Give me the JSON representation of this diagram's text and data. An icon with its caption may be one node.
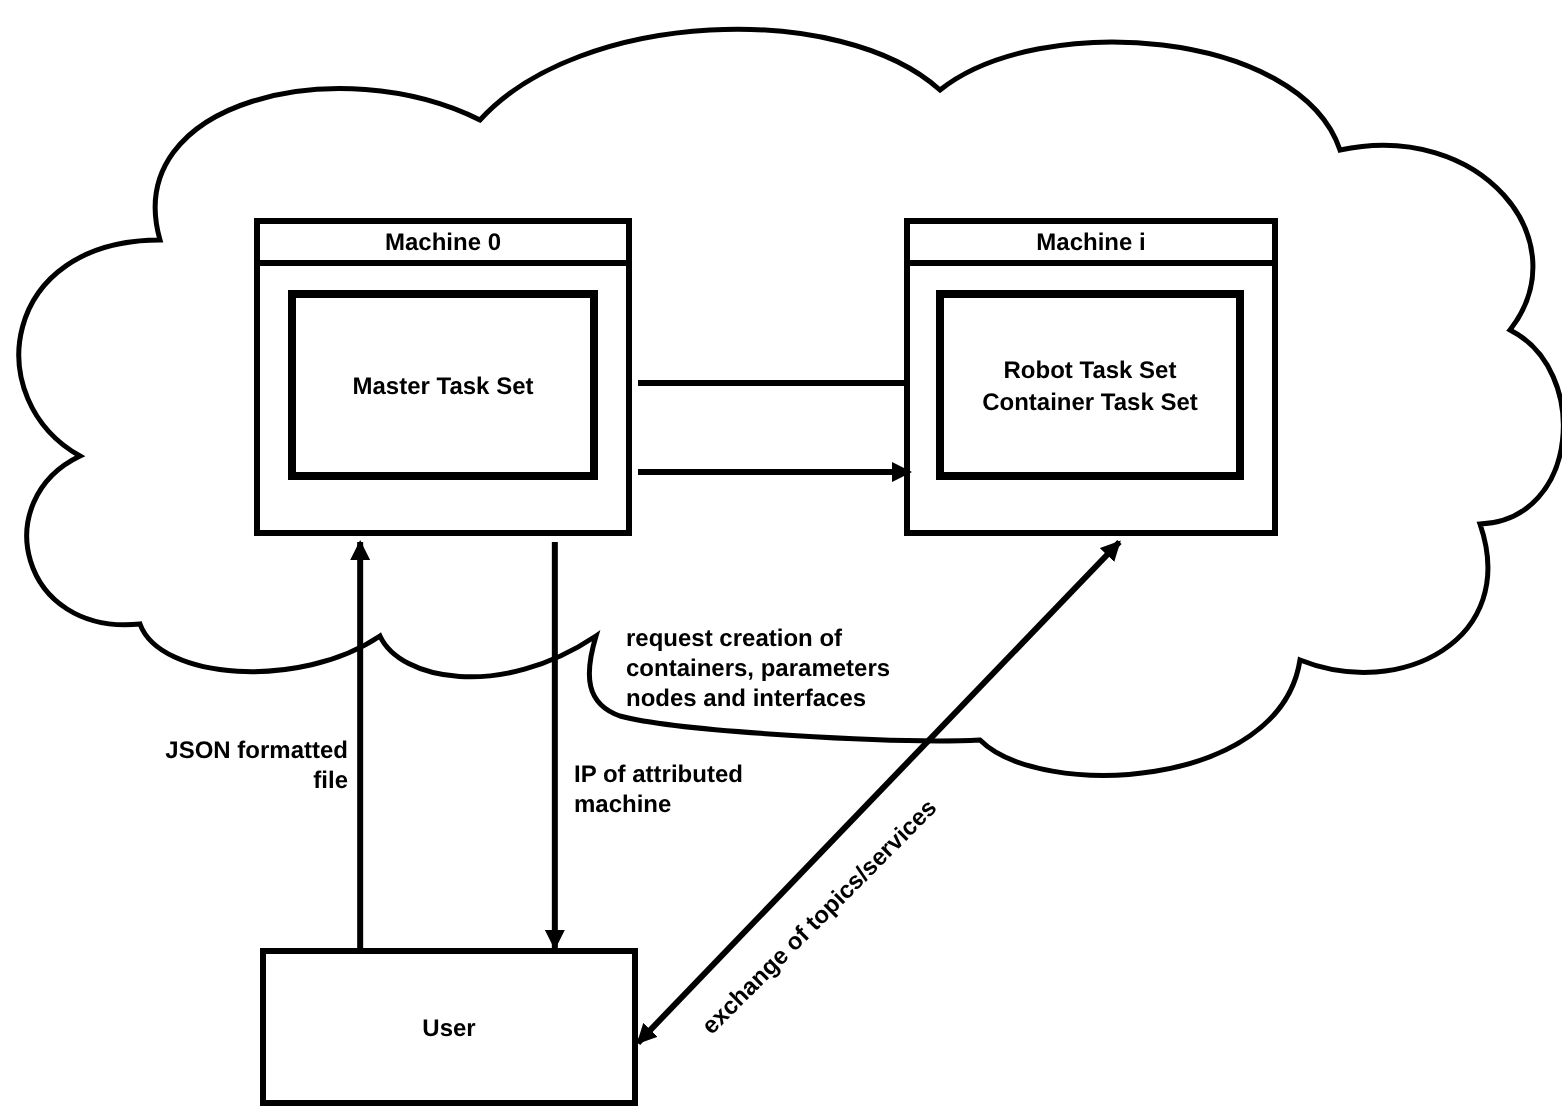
{
  "diagram": {
    "nodes": [
      {
        "text": [],
        "shape": "cloud"
      },
      {
        "text": [
          "Machine 0"
        ],
        "in": 0
      },
      {
        "text": [
          "Master Task Set"
        ],
        "in": 1
      },
      {
        "text": [
          "Machine i"
        ],
        "in": 0
      },
      {
        "text": [
          "Robot Task Set",
          "Container Task Set"
        ],
        "in": 3
      },
      {
        "text": [
          "User"
        ]
      }
    ],
    "edges": [
      {
        "from": 1,
        "to": 3,
        "arrow": "none"
      },
      {
        "from": 1,
        "to": 3,
        "arrow": "to"
      },
      {
        "from": 5,
        "to": 1,
        "arrow": "to",
        "label": "JSON formatted file"
      },
      {
        "from": 1,
        "to": 5,
        "arrow": "to",
        "label": "IP of attributed machine"
      },
      {
        "from": 5,
        "to": 3,
        "arrow": "both",
        "label": "exchange of topics/services"
      }
    ],
    "labels": [
      "request creation of containers, parameters nodes and interfaces"
    ]
  }
}
